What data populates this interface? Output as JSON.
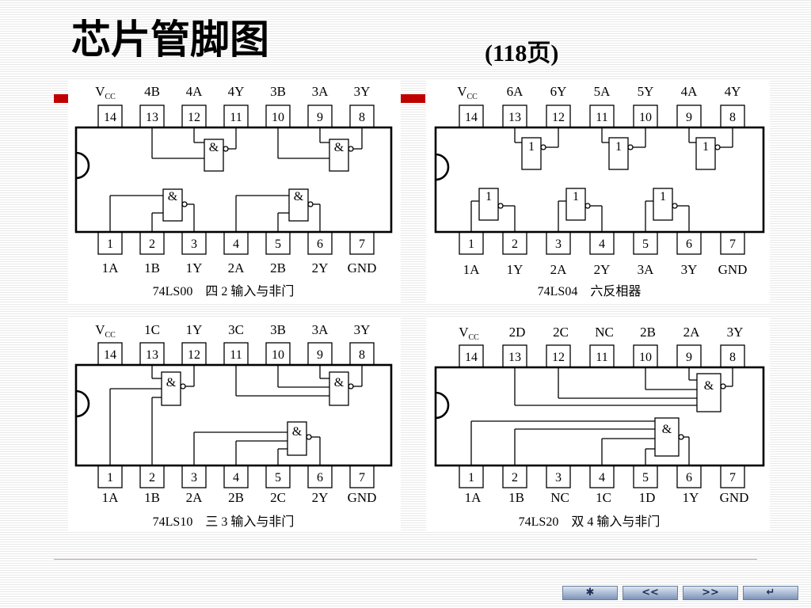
{
  "slide": {
    "title": "芯片管脚图",
    "page_ref": "(118页)",
    "accent_color": "#c00000"
  },
  "chips": [
    {
      "id": "74LS00",
      "caption": "74LS00　四 2 输入与非门",
      "top_labels": [
        "4B",
        "4A",
        "4Y",
        "3B",
        "3A",
        "3Y"
      ],
      "bottom_labels": [
        "1A",
        "1B",
        "1Y",
        "2A",
        "2B",
        "2Y",
        "GND"
      ]
    },
    {
      "id": "74LS04",
      "caption": "74LS04　六反相器",
      "top_labels": [
        "6A",
        "6Y",
        "5A",
        "5Y",
        "4A",
        "4Y"
      ],
      "bottom_labels": [
        "1A",
        "1Y",
        "2A",
        "2Y",
        "3A",
        "3Y",
        "GND"
      ]
    },
    {
      "id": "74LS10",
      "caption": "74LS10　三 3 输入与非门",
      "top_labels": [
        "1C",
        "1Y",
        "3C",
        "3B",
        "3A",
        "3Y"
      ],
      "bottom_labels": [
        "1A",
        "1B",
        "2A",
        "2B",
        "2C",
        "2Y",
        "GND"
      ]
    },
    {
      "id": "74LS20",
      "caption": "74LS20　双 4 输入与非门",
      "top_labels": [
        "2D",
        "2C",
        "NC",
        "2B",
        "2A",
        "3Y"
      ],
      "bottom_labels": [
        "1A",
        "1B",
        "NC",
        "1C",
        "1D",
        "1Y",
        "GND"
      ]
    }
  ],
  "vcc": {
    "main": "V",
    "sub": "CC"
  },
  "pin_numbers_top": [
    "14",
    "13",
    "12",
    "11",
    "10",
    "9",
    "8"
  ],
  "pin_numbers_bottom": [
    "1",
    "2",
    "3",
    "4",
    "5",
    "6",
    "7"
  ],
  "gate_symbols": {
    "nand": "&",
    "inverter": "1"
  },
  "nav": [
    {
      "name": "nav-home-button",
      "label": "✱",
      "icon": "asterisk-icon"
    },
    {
      "name": "nav-prev-button",
      "label": "<<",
      "icon": "double-left-icon"
    },
    {
      "name": "nav-next-button",
      "label": ">>",
      "icon": "double-right-icon"
    },
    {
      "name": "nav-return-button",
      "label": "↵",
      "icon": "return-icon"
    }
  ]
}
